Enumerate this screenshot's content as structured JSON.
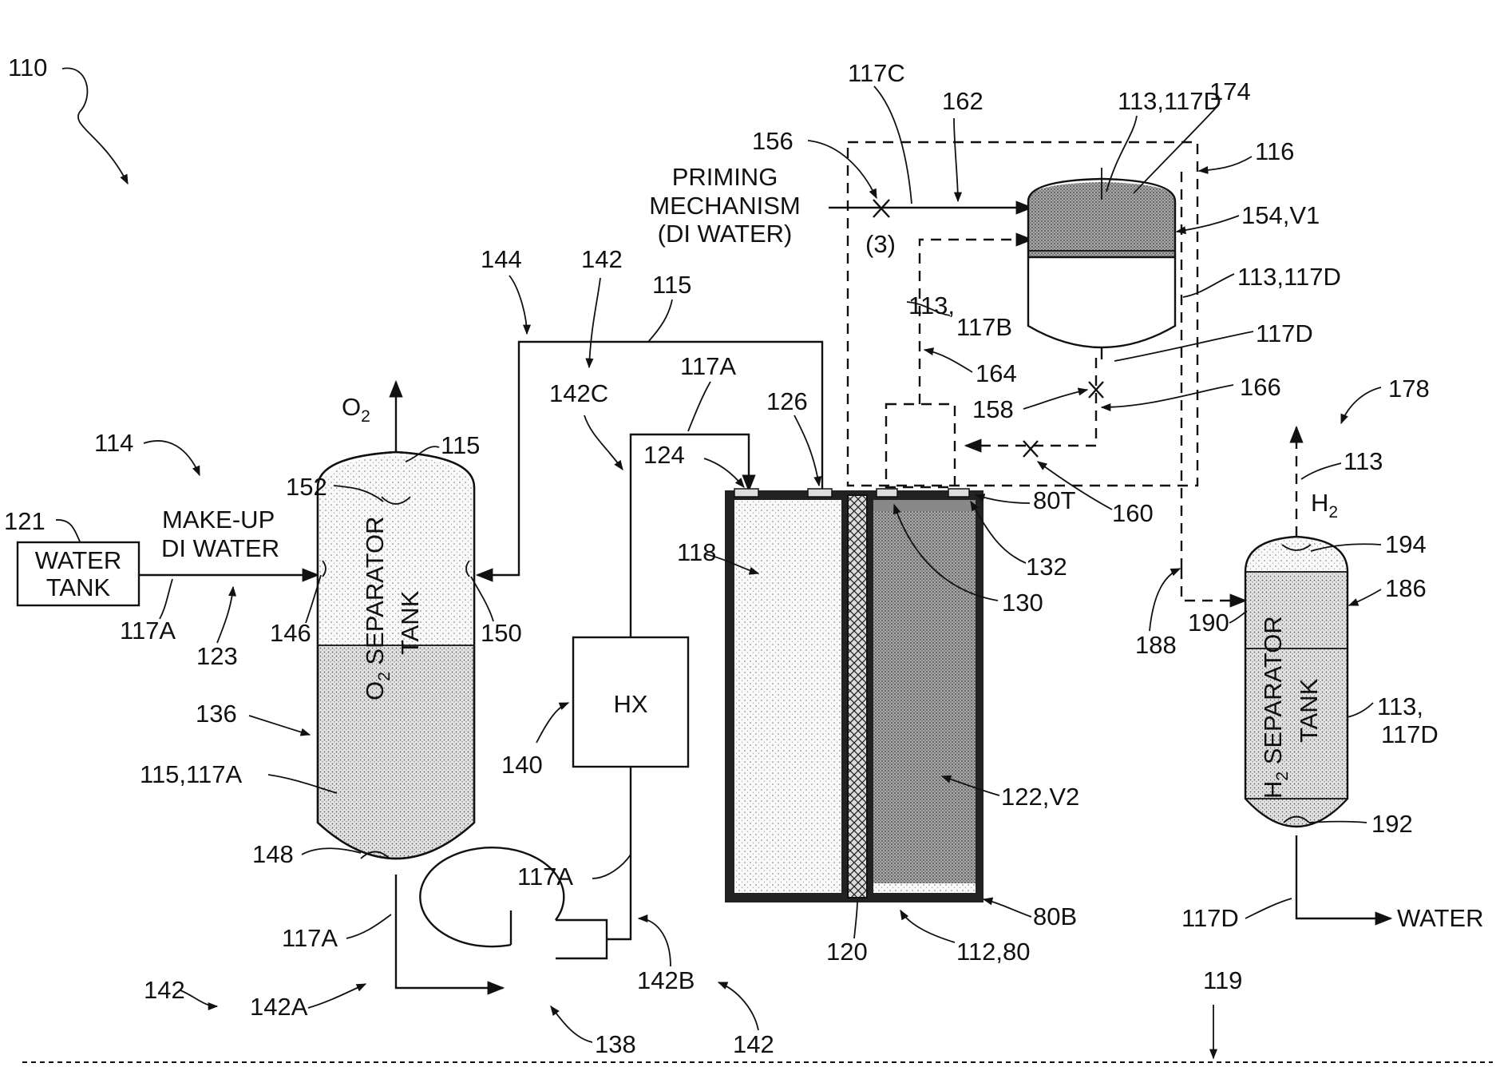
{
  "figure": {
    "ref": "110",
    "tanks": {
      "water_tank": "WATER TANK",
      "o2_separator": "O2 SEPARATOR TANK",
      "h2_separator": "H2 SEPARATOR TANK",
      "heat_exchanger": "HX"
    },
    "annotations": {
      "makeup": "MAKE-UP DI WATER",
      "priming": "PRIMING MECHANISM (DI WATER)",
      "o2_out": "O2",
      "h2_out": "H2",
      "water_out": "WATER",
      "valve_count": "(3)"
    },
    "refs": [
      "114",
      "121",
      "117A",
      "123",
      "152",
      "146",
      "150",
      "136",
      "115,117A",
      "148",
      "115",
      "144",
      "142",
      "142C",
      "117A",
      "124",
      "126",
      "118",
      "140",
      "142A",
      "142B",
      "138",
      "120",
      "112,80",
      "80B",
      "80T",
      "132",
      "130",
      "122,V2",
      "117C",
      "156",
      "162",
      "113,117D",
      "174",
      "116",
      "154,V1",
      "113,117D",
      "113,117B",
      "117D",
      "164",
      "158",
      "166",
      "160",
      "178",
      "113",
      "188",
      "190",
      "194",
      "186",
      "113,117D",
      "192",
      "117D",
      "119"
    ]
  }
}
